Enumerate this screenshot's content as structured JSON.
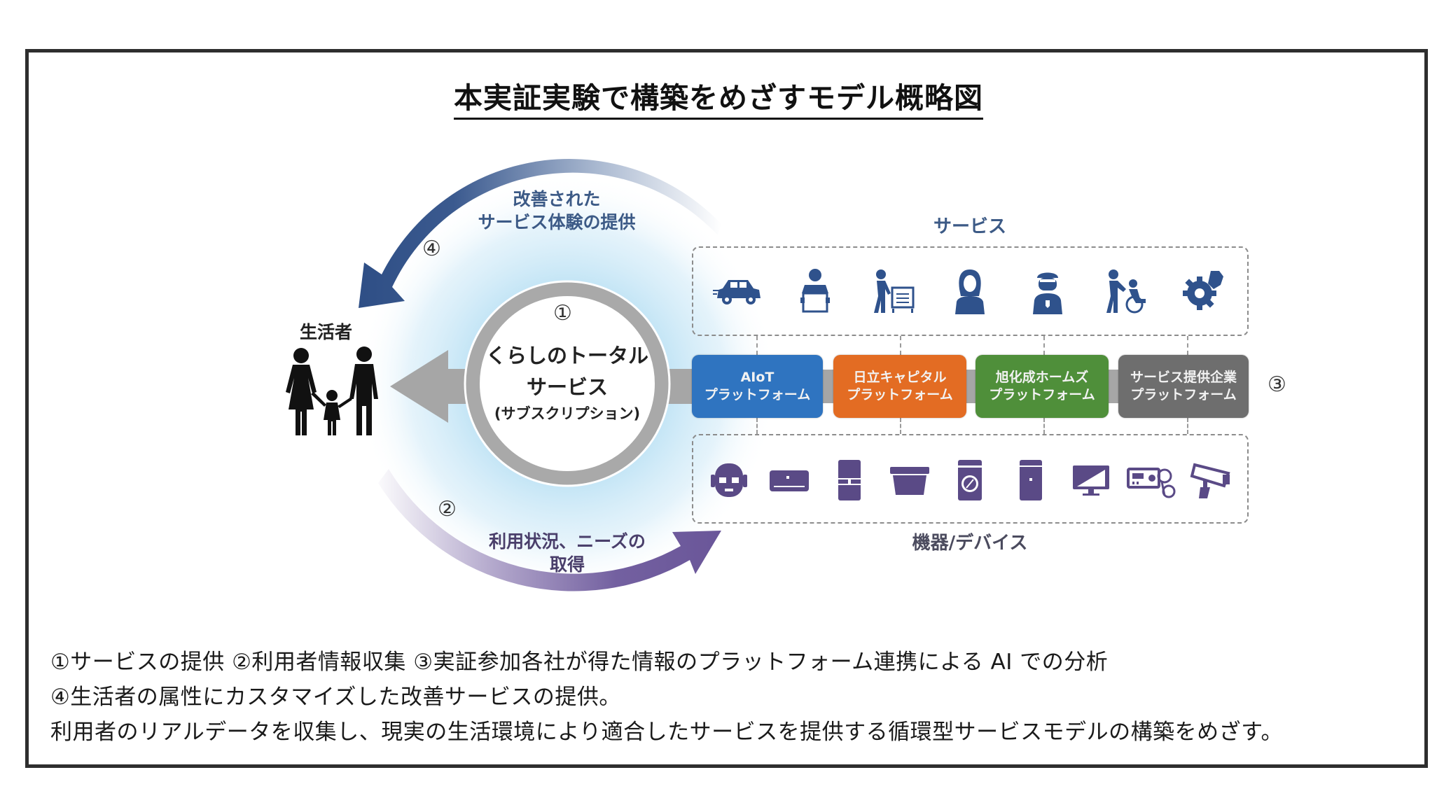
{
  "title": "本実証実験で構築をめざすモデル概略図",
  "colors": {
    "upper_arrow": "#3b5a8f",
    "lower_arrow": "#6c5a9a",
    "center_ring": "#a9a9a9",
    "service_icon": "#2f528c",
    "device_icon": "#5a4a86",
    "glow": "#bfe3f5"
  },
  "diagram": {
    "consumer": {
      "label": "生活者",
      "icon": "family-icon"
    },
    "center": {
      "number": "①",
      "line1": "くらしのトータル",
      "line2": "サービス",
      "line3": "(サブスクリプション)"
    },
    "upper_arrow": {
      "number": "④",
      "line1": "改善された",
      "line2": "サービス体験の提供"
    },
    "lower_arrow": {
      "number": "②",
      "line1": "利用状況、ニーズの",
      "line2": "取得"
    },
    "services": {
      "label": "サービス",
      "icons": [
        "car-icon",
        "delivery-person-icon",
        "shopping-cart-person-icon",
        "female-operator-icon",
        "security-guard-icon",
        "caregiver-wheelchair-icon",
        "gear-wrench-icon"
      ]
    },
    "platforms": {
      "number": "③",
      "items": [
        {
          "line1": "AIoT",
          "line2": "プラットフォーム",
          "color": "#2f74c0"
        },
        {
          "line1": "日立キャピタル",
          "line2": "プラットフォーム",
          "color": "#e36c23"
        },
        {
          "line1": "旭化成ホームズ",
          "line2": "プラットフォーム",
          "color": "#4f8f3a"
        },
        {
          "line1": "サービス提供企業",
          "line2": "プラットフォーム",
          "color": "#6e6e6e"
        }
      ]
    },
    "devices": {
      "label": "機器/デバイス",
      "icons": [
        "robot-icon",
        "air-conditioner-icon",
        "refrigerator-icon",
        "bathtub-icon",
        "washing-machine-icon",
        "water-heater-icon",
        "monitor-icon",
        "intercom-icon",
        "security-camera-icon"
      ]
    }
  },
  "notes": {
    "line1": "①サービスの提供 ②利用者情報収集 ③実証参加各社が得た情報のプラットフォーム連携による AI での分析",
    "line2": "④生活者の属性にカスタマイズした改善サービスの提供。",
    "line3": "利用者のリアルデータを収集し、現実の生活環境により適合したサービスを提供する循環型サービスモデルの構築をめざす。"
  }
}
